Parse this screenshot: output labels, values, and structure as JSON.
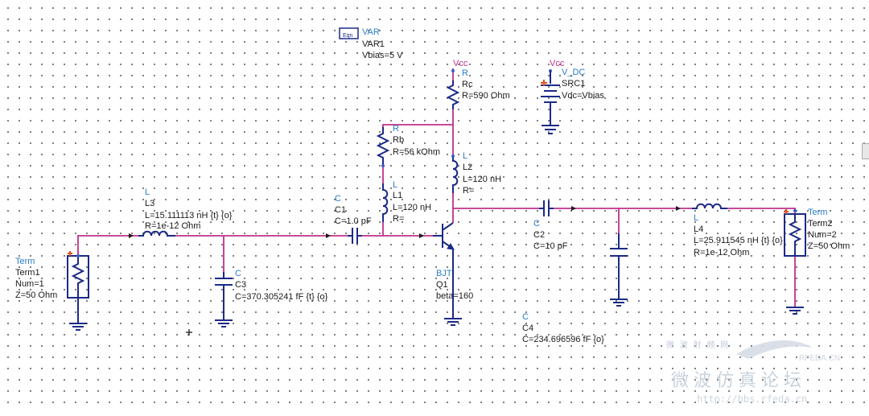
{
  "var_block": {
    "icon_text": "Eqn",
    "type": "VAR",
    "name": "VAR1",
    "param": "Vbias=5 V"
  },
  "vcc_labels": [
    "Vcc",
    "Vcc"
  ],
  "rc": {
    "type": "R",
    "name": "Rc",
    "param1": "R=590 Ohm"
  },
  "src": {
    "type": "V_DC",
    "name": "SRC1",
    "param1": "Vdc=Vbias"
  },
  "rb": {
    "type": "R",
    "name": "Rb",
    "param1": "R=56 kOhm"
  },
  "l2": {
    "type": "L",
    "name": "L2",
    "param1": "L=120 nH",
    "param2": "R="
  },
  "l1": {
    "type": "L",
    "name": "L1",
    "param1": "L=120 nH",
    "param2": "R="
  },
  "l3": {
    "type": "L",
    "name": "L3",
    "param1": "L=15.111113 nH {t} {o}",
    "param2": "R=1e-12 Ohm"
  },
  "c1": {
    "type": "C",
    "name": "C1",
    "param1": "C=1.0 pF"
  },
  "c2": {
    "type": "C",
    "name": "C2",
    "param1": "C=10 pF"
  },
  "c3": {
    "type": "C",
    "name": "C3",
    "param1": "C=370.305241 fF {t} {o}"
  },
  "c4": {
    "type": "C",
    "name": "C4",
    "param1": "C=234.696596 fF {o}"
  },
  "l4": {
    "type": "L",
    "name": "L4",
    "param1": "L=25.911545 nH {t} {o}",
    "param2": "R=1e-12 Ohm"
  },
  "term1": {
    "type": "Term",
    "name": "Term1",
    "param1": "Num=1",
    "param2": "Z=50 Ohm"
  },
  "term2": {
    "type": "Term",
    "name": "Term2",
    "param1": "Num=2",
    "param2": "Z=50 Ohm"
  },
  "bjt": {
    "type": "BJT",
    "name": "Q1",
    "param1": "beta=160"
  },
  "watermark": {
    "line1": "微 波 射 频 网",
    "line2": "RFEDA.CN",
    "line3": "微波仿真论坛",
    "line4": "http://bbs.rfeda.cn"
  },
  "colors": {
    "wire": "#c0308a",
    "component": "#1c2a86",
    "type_label": "#2b7dc8",
    "text": "#1a1a1a",
    "grid_dot": "#5a5a5a"
  }
}
